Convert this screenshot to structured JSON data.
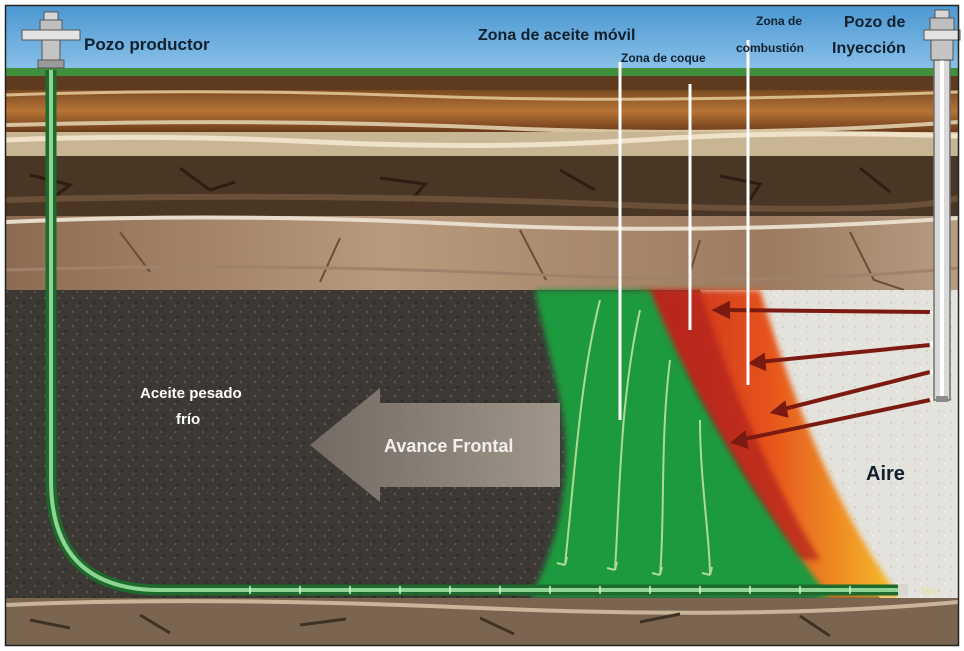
{
  "labels": {
    "pozo_productor": "Pozo productor",
    "zona_aceite_movil": "Zona de aceite móvil",
    "zona_coque": "Zona de coque",
    "zona_combustion_line1": "Zona de",
    "zona_combustion_line2": "combustión",
    "pozo_inyeccion_line1": "Pozo de",
    "pozo_inyeccion_line2": "Inyección",
    "aceite_pesado_line1": "Aceite pesado",
    "aceite_pesado_line2": "frío",
    "avance_frontal": "Avance Frontal",
    "aire": "Aire",
    "toe": "Toe"
  },
  "colors": {
    "sky": "#5aa6dc",
    "grass": "#3f8f3c",
    "oil_zone_green": "#1f9a3c",
    "coke_zone": "#d8301c",
    "combustion_zone": "#f3b020",
    "cold_heavy_oil": "#3f3b36",
    "air_zone": "#e6e4de",
    "pipe": "#2e8a3e"
  }
}
